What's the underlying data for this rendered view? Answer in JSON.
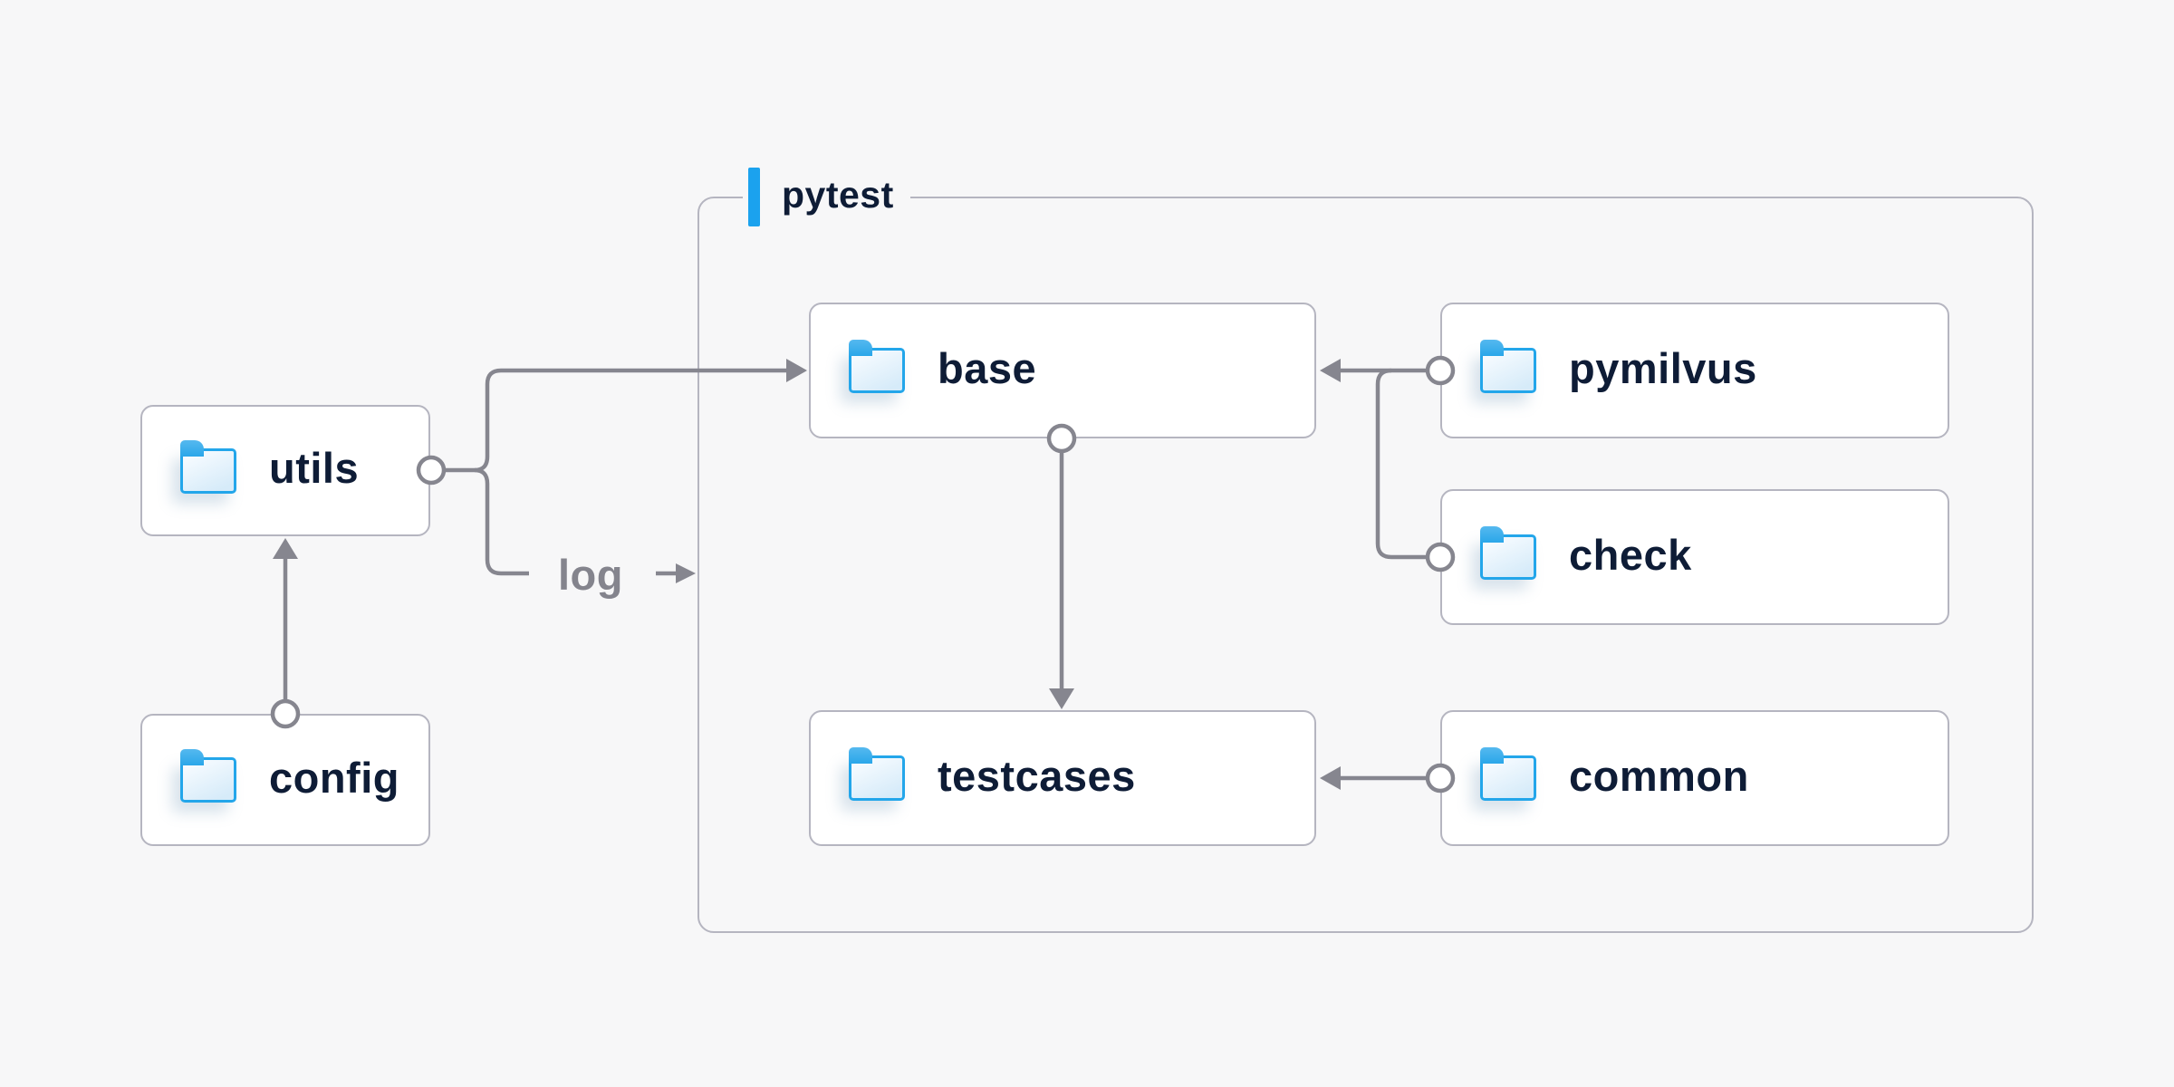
{
  "diagram": {
    "container": {
      "label": "pytest"
    },
    "edge_label": "log",
    "nodes": [
      {
        "id": "utils",
        "label": "utils",
        "icon": "folder-icon"
      },
      {
        "id": "config",
        "label": "config",
        "icon": "folder-icon"
      },
      {
        "id": "base",
        "label": "base",
        "icon": "folder-icon"
      },
      {
        "id": "pymilvus",
        "label": "pymilvus",
        "icon": "folder-icon"
      },
      {
        "id": "check",
        "label": "check",
        "icon": "folder-icon"
      },
      {
        "id": "testcases",
        "label": "testcases",
        "icon": "folder-icon"
      },
      {
        "id": "common",
        "label": "common",
        "icon": "folder-icon"
      }
    ],
    "edges": [
      {
        "from": "config",
        "to": "utils",
        "type": "arrow"
      },
      {
        "from": "utils",
        "to": "base",
        "type": "arrow"
      },
      {
        "from": "utils",
        "to": "log",
        "type": "labeled-arrow",
        "label": "log"
      },
      {
        "from": "base",
        "to": "testcases",
        "type": "arrow"
      },
      {
        "from": "pymilvus",
        "to": "base",
        "type": "arrow"
      },
      {
        "from": "check",
        "to": "base",
        "type": "arrow-join"
      },
      {
        "from": "common",
        "to": "testcases",
        "type": "arrow"
      }
    ],
    "colors": {
      "background": "#f7f7f8",
      "accent_blue": "#1ba2ee",
      "line_gray": "#86868f",
      "box_border": "#b5b5c0",
      "text_navy": "#0e1c36",
      "edge_label_gray": "#84848d",
      "folder_blue": "#23a6ea"
    }
  }
}
